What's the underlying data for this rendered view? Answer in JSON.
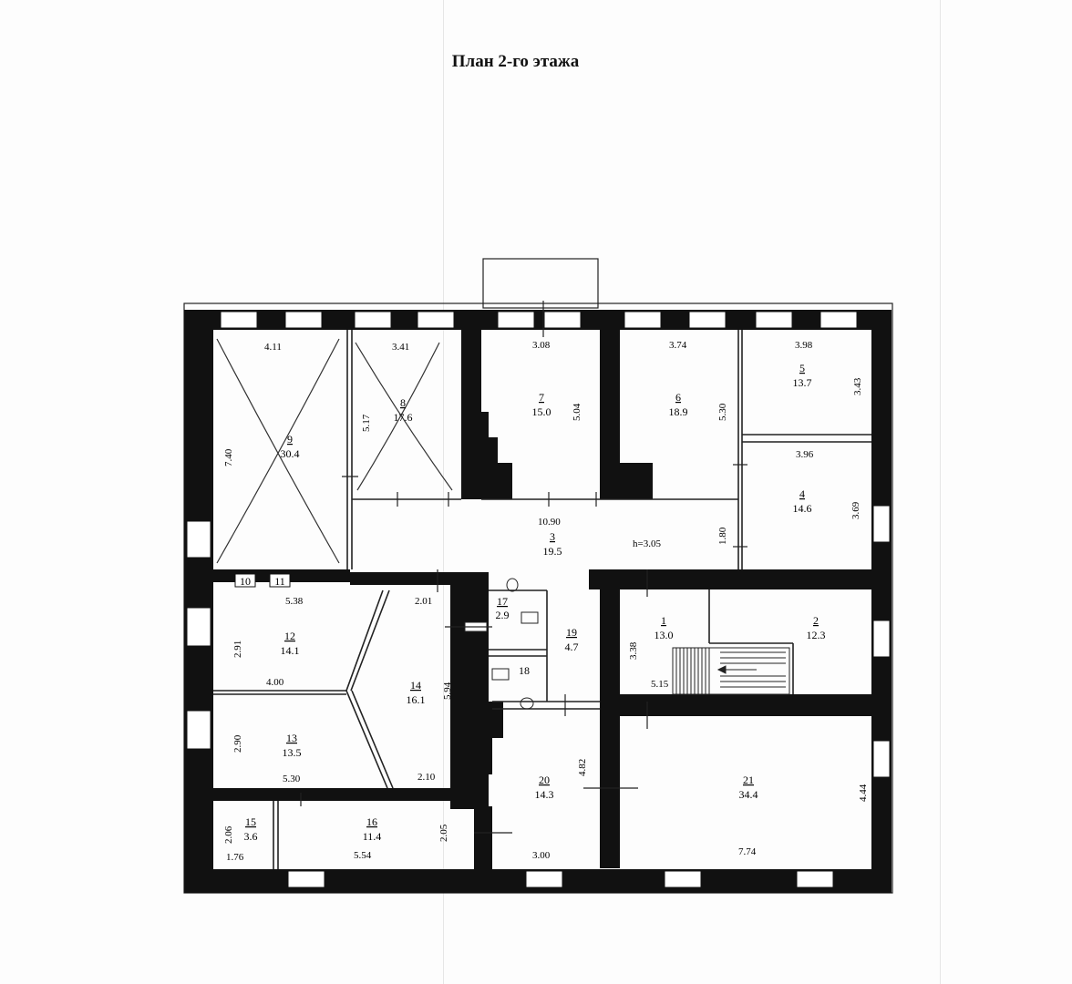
{
  "title": "План 2-го этажа",
  "ceiling_height": "h=3.05",
  "rooms": [
    {
      "no": "1",
      "area": "13.0"
    },
    {
      "no": "2",
      "area": "12.3"
    },
    {
      "no": "3",
      "area": "19.5"
    },
    {
      "no": "4",
      "area": "14.6"
    },
    {
      "no": "5",
      "area": "13.7"
    },
    {
      "no": "6",
      "area": "18.9"
    },
    {
      "no": "7",
      "area": "15.0"
    },
    {
      "no": "8",
      "area": "17.6"
    },
    {
      "no": "9",
      "area": "30.4"
    },
    {
      "no": "10",
      "area": ""
    },
    {
      "no": "11",
      "area": ""
    },
    {
      "no": "12",
      "area": "14.1"
    },
    {
      "no": "13",
      "area": "13.5"
    },
    {
      "no": "14",
      "area": "16.1"
    },
    {
      "no": "15",
      "area": "3.6"
    },
    {
      "no": "16",
      "area": "11.4"
    },
    {
      "no": "17",
      "area": "2.9"
    },
    {
      "no": "18",
      "area": ""
    },
    {
      "no": "19",
      "area": "4.7"
    },
    {
      "no": "20",
      "area": "14.3"
    },
    {
      "no": "21",
      "area": "34.4"
    }
  ],
  "dimensions": [
    "4.11",
    "3.41",
    "3.08",
    "3.74",
    "3.98",
    "7.40",
    "5.17",
    "5.04",
    "5.30",
    "3.43",
    "3.96",
    "3.69",
    "10.90",
    "1.80",
    "5.38",
    "2.01",
    "2.91",
    "4.00",
    "5.94",
    "2.90",
    "5.30",
    "2.10",
    "3.38",
    "5.15",
    "4.82",
    "4.44",
    "2.06",
    "1.76",
    "2.05",
    "5.54",
    "3.00",
    "7.74"
  ],
  "colors": {
    "wall": "#111111",
    "line": "#222222",
    "paper": "#fdfdfd"
  }
}
